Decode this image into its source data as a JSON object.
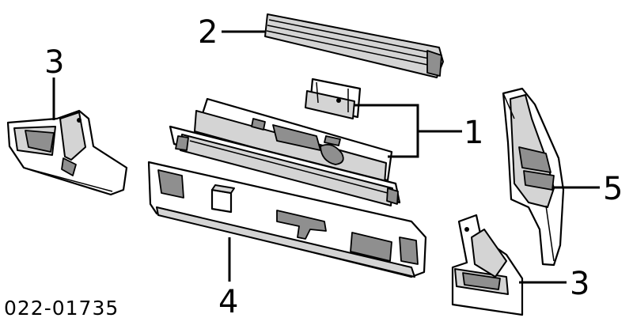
{
  "diagram": {
    "callouts": [
      {
        "id": "1",
        "label": "1"
      },
      {
        "id": "2",
        "label": "2"
      },
      {
        "id": "3a",
        "label": "3"
      },
      {
        "id": "3b",
        "label": "3"
      },
      {
        "id": "4",
        "label": "4"
      },
      {
        "id": "5",
        "label": "5"
      }
    ],
    "part_code": "022-01735"
  }
}
